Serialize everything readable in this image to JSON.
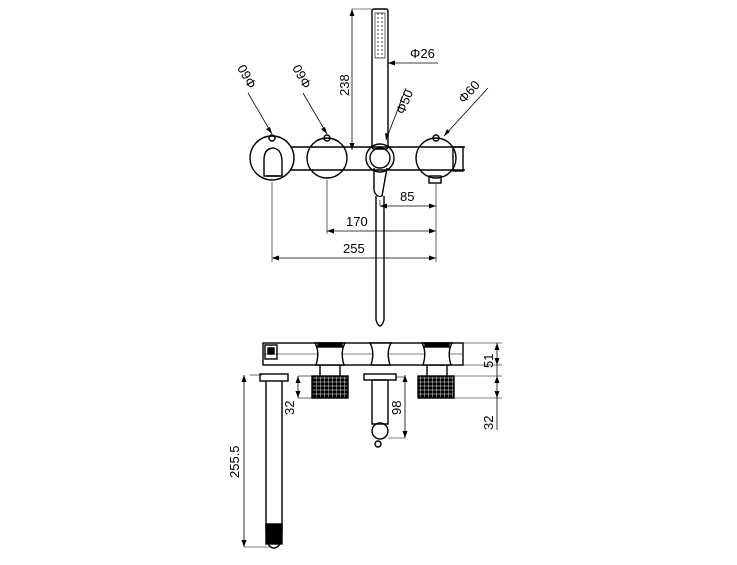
{
  "dimensions": {
    "hand_shower_length": "238",
    "hand_shower_diameter": "Φ26",
    "diverter_diameter": "Φ50",
    "handle_diameter_right": "Φ60",
    "handle_diameter_left_1": "Φ60",
    "handle_diameter_left_2": "Φ60",
    "span_85": "85",
    "span_170": "170",
    "span_255": "255",
    "plate_height": "51",
    "handle_projection": "32",
    "handle_projection_right": "32",
    "holder_projection": "98",
    "spout_projection": "255.5"
  },
  "colors": {
    "line": "#000000",
    "background": "#ffffff"
  }
}
